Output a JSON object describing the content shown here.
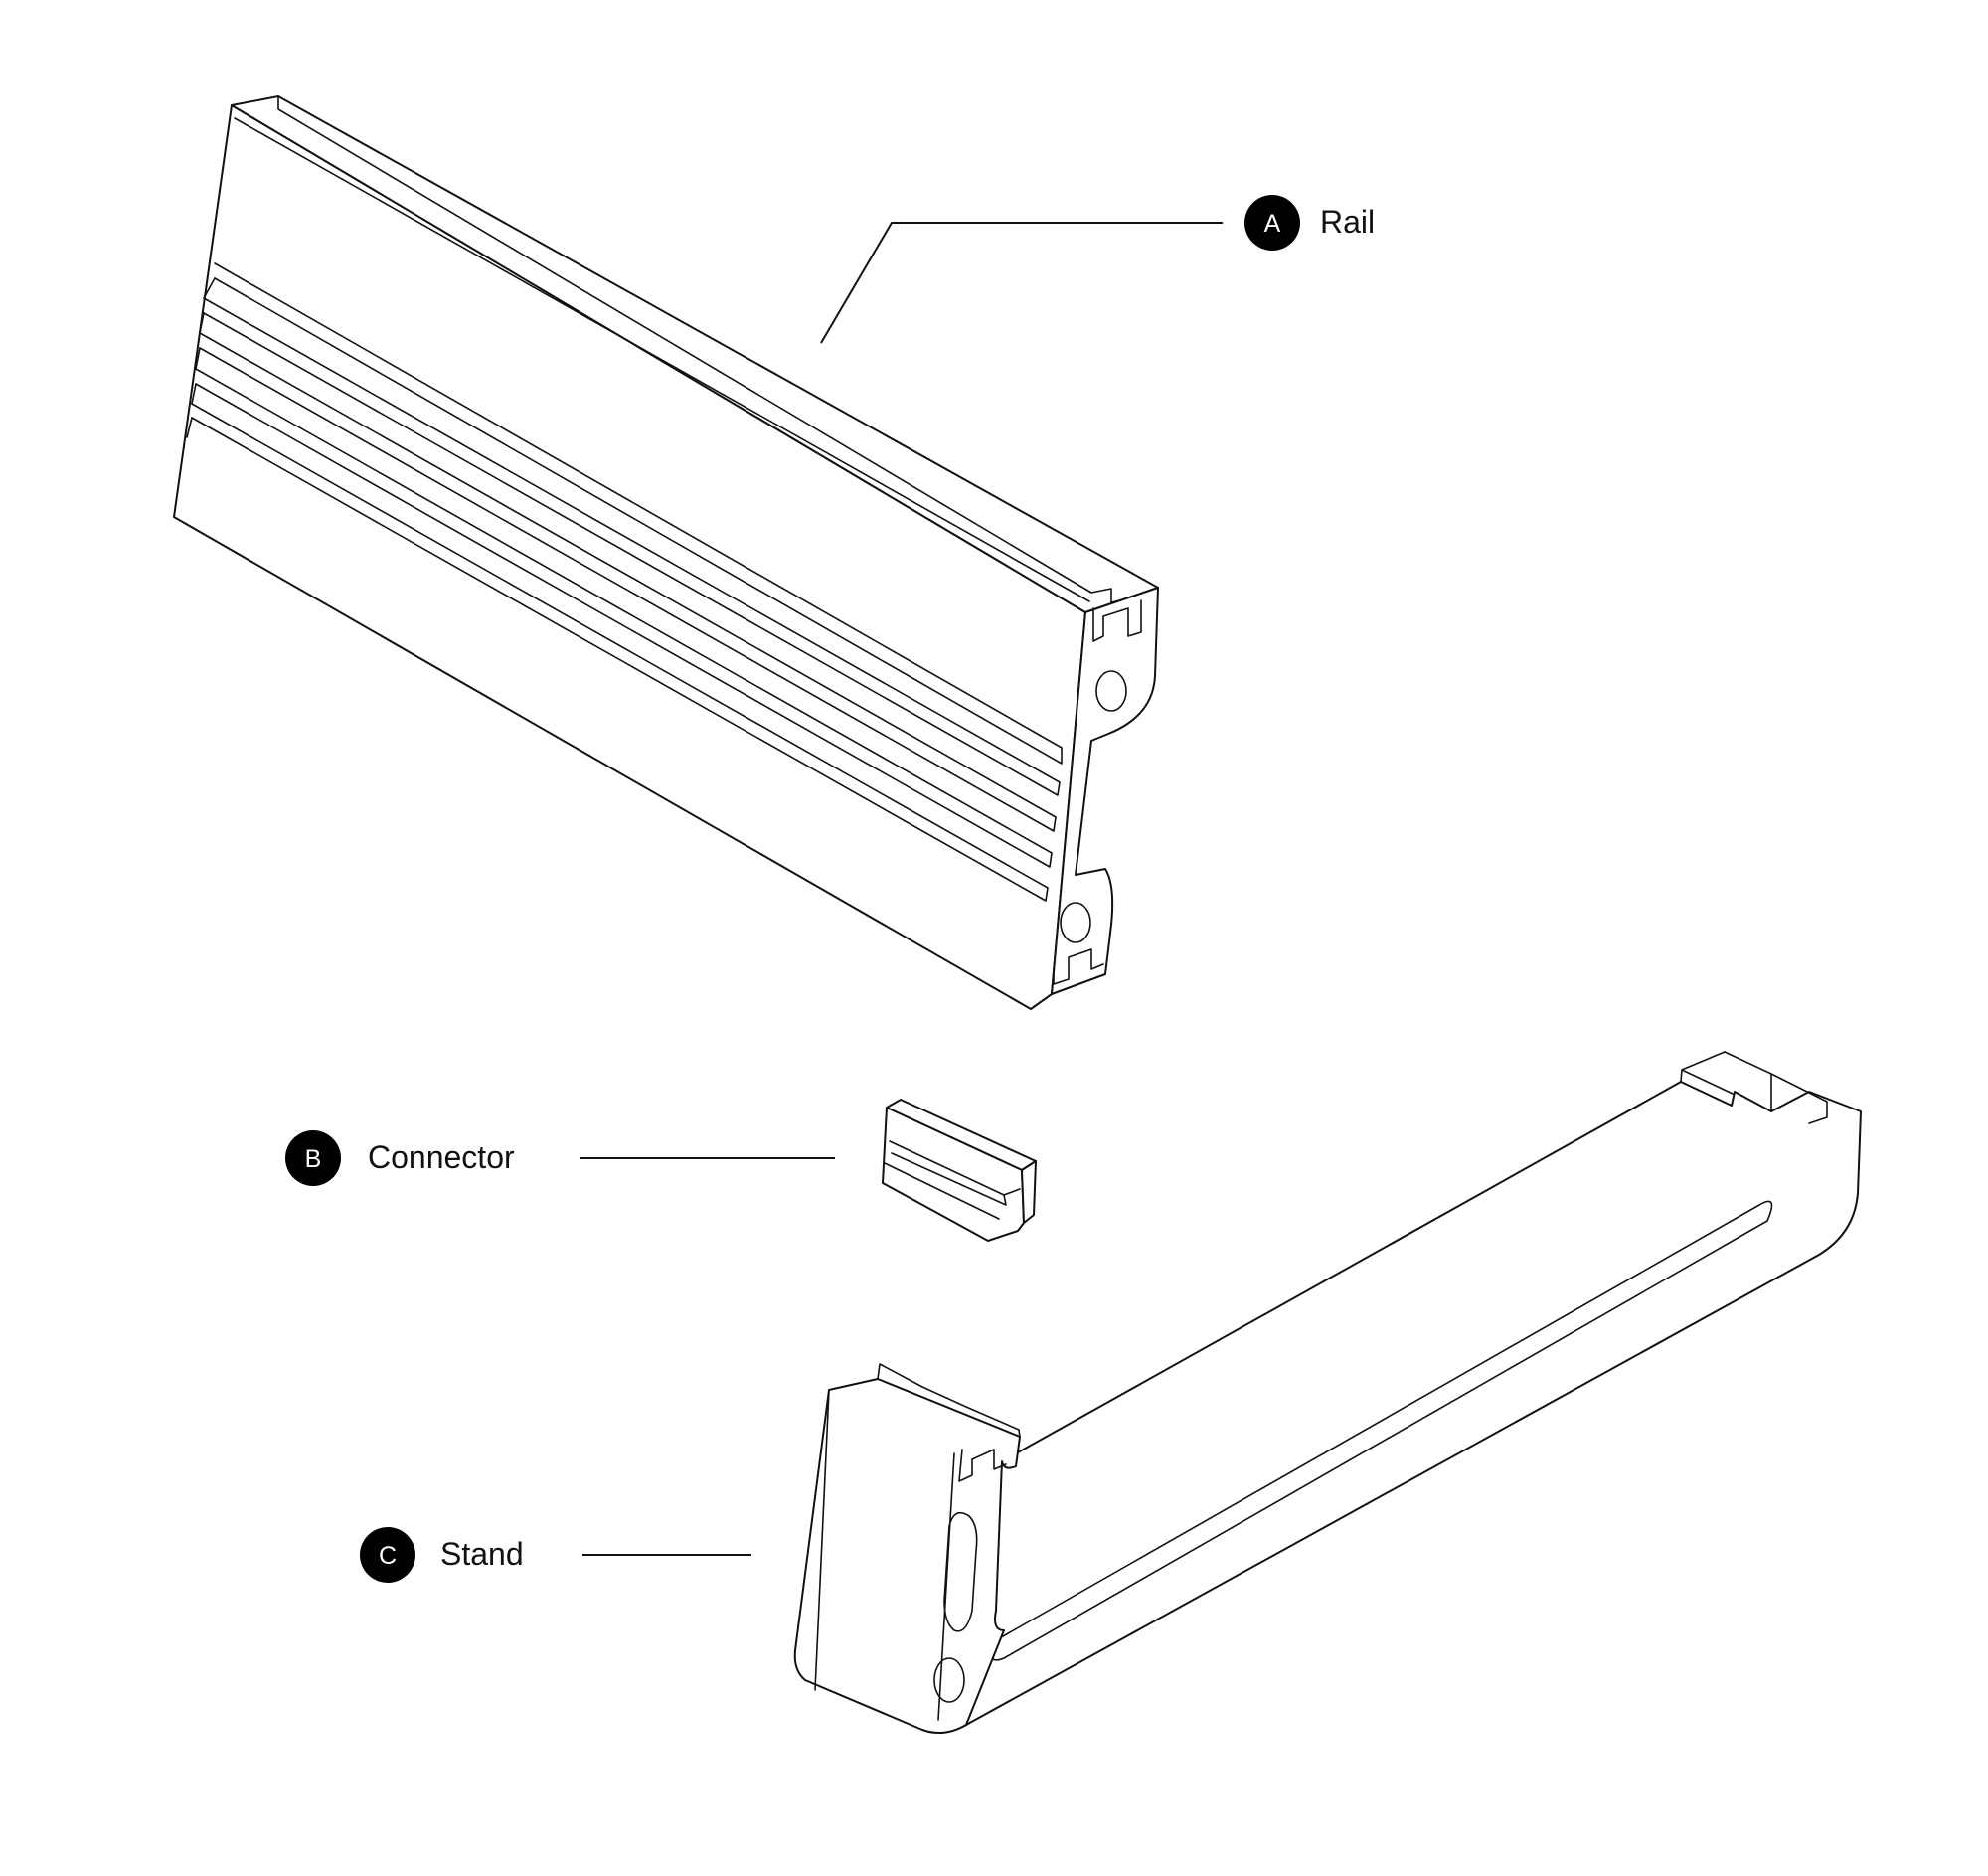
{
  "callouts": [
    {
      "letter": "A",
      "label": "Rail"
    },
    {
      "letter": "B",
      "label": "Connector"
    },
    {
      "letter": "C",
      "label": "Stand"
    }
  ],
  "colors": {
    "line": "#111111",
    "badge": "#000000",
    "background": "#ffffff"
  }
}
